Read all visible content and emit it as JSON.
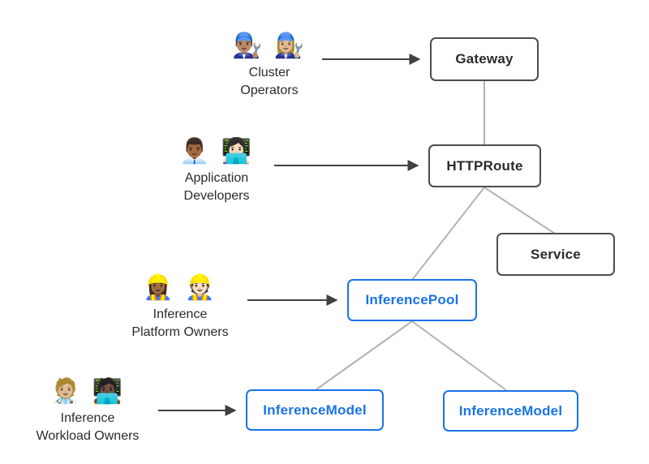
{
  "diagram": {
    "description": "Gateway API inference extension resource model",
    "personas": [
      {
        "id": "cluster-operators",
        "emoji": "👨🏽‍🔧 👩🏼‍🔧",
        "label_line1": "Cluster",
        "label_line2": "Operators",
        "points_to": "Gateway"
      },
      {
        "id": "application-developers",
        "emoji": "👨🏾‍💼 👩🏻‍💻",
        "label_line1": "Application",
        "label_line2": "Developers",
        "points_to": "HTTPRoute"
      },
      {
        "id": "inference-platform-owners",
        "emoji": "👷🏾‍♀️ 👷🏻",
        "label_line1": "Inference",
        "label_line2": "Platform Owners",
        "points_to": "InferencePool"
      },
      {
        "id": "inference-workload-owners",
        "emoji": "🧑🏼‍⚕️ 🧑🏿‍💻",
        "label_line1": "Inference",
        "label_line2": "Workload Owners",
        "points_to": "InferenceModel"
      }
    ],
    "nodes": [
      {
        "id": "gateway",
        "label": "Gateway",
        "style": "core"
      },
      {
        "id": "httproute",
        "label": "HTTPRoute",
        "style": "core"
      },
      {
        "id": "service",
        "label": "Service",
        "style": "core"
      },
      {
        "id": "inference-pool",
        "label": "InferencePool",
        "style": "extension"
      },
      {
        "id": "inference-model-left",
        "label": "InferenceModel",
        "style": "extension"
      },
      {
        "id": "inference-model-right",
        "label": "InferenceModel",
        "style": "extension"
      }
    ],
    "edges": [
      {
        "from": "Gateway",
        "to": "HTTPRoute"
      },
      {
        "from": "HTTPRoute",
        "to": "InferencePool"
      },
      {
        "from": "HTTPRoute",
        "to": "Service"
      },
      {
        "from": "InferencePool",
        "to": "InferenceModel (left)"
      },
      {
        "from": "InferencePool",
        "to": "InferenceModel (right)"
      }
    ],
    "colors": {
      "core_node_border": "#4d4d4d",
      "core_node_text": "#2b2b2b",
      "extension_node_border": "#1a73e8",
      "extension_node_text": "#1a73e8",
      "connector_line": "#b3b3b3",
      "persona_arrow": "#404040",
      "background": "#ffffff"
    }
  }
}
